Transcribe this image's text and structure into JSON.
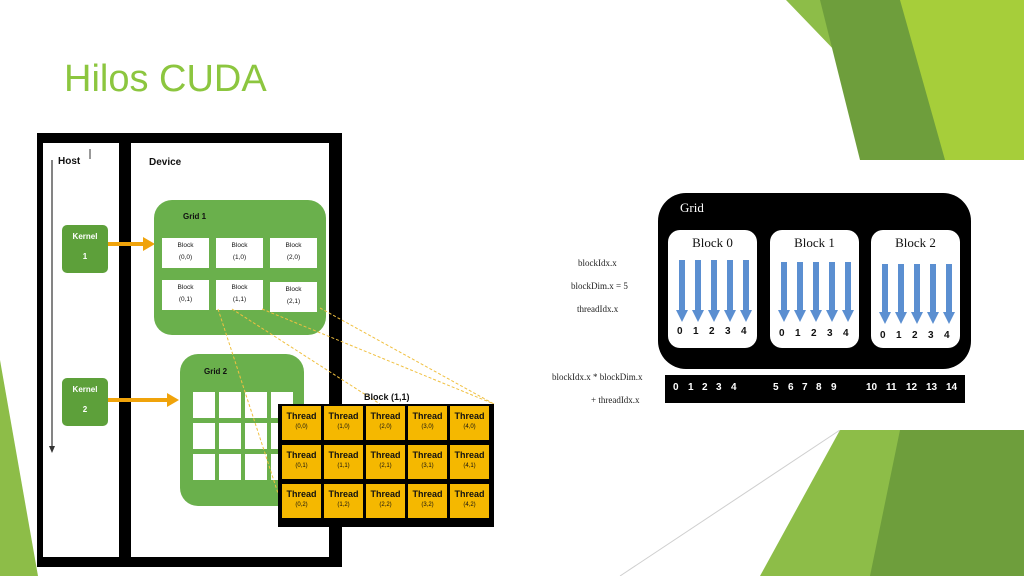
{
  "slide": {
    "title": "Hilos CUDA"
  },
  "left_diagram": {
    "host_label": "Host",
    "device_label": "Device",
    "kernels": [
      {
        "label": "Kernel",
        "number": "1"
      },
      {
        "label": "Kernel",
        "number": "2"
      }
    ],
    "grid1": {
      "label": "Grid 1",
      "blocks": [
        {
          "label": "Block",
          "index": "(0,0)"
        },
        {
          "label": "Block",
          "index": "(1,0)"
        },
        {
          "label": "Block",
          "index": "(2,0)"
        },
        {
          "label": "Block",
          "index": "(0,1)"
        },
        {
          "label": "Block",
          "index": "(1,1)"
        },
        {
          "label": "Block",
          "index": "(2,1)"
        }
      ]
    },
    "grid2": {
      "label": "Grid 2"
    },
    "block_detail": {
      "label": "Block (1,1)",
      "threads": [
        {
          "label": "Thread",
          "index": "(0,0)"
        },
        {
          "label": "Thread",
          "index": "(1,0)"
        },
        {
          "label": "Thread",
          "index": "(2,0)"
        },
        {
          "label": "Thread",
          "index": "(3,0)"
        },
        {
          "label": "Thread",
          "index": "(4,0)"
        },
        {
          "label": "Thread",
          "index": "(0,1)"
        },
        {
          "label": "Thread",
          "index": "(1,1)"
        },
        {
          "label": "Thread",
          "index": "(2,1)"
        },
        {
          "label": "Thread",
          "index": "(3,1)"
        },
        {
          "label": "Thread",
          "index": "(4,1)"
        },
        {
          "label": "Thread",
          "index": "(0,2)"
        },
        {
          "label": "Thread",
          "index": "(1,2)"
        },
        {
          "label": "Thread",
          "index": "(2,2)"
        },
        {
          "label": "Thread",
          "index": "(3,2)"
        },
        {
          "label": "Thread",
          "index": "(4,2)"
        }
      ]
    }
  },
  "right_diagram": {
    "grid_label": "Grid",
    "blocks": [
      {
        "label": "Block 0"
      },
      {
        "label": "Block 1"
      },
      {
        "label": "Block 2"
      }
    ],
    "thread_numbers": [
      "0",
      "1",
      "2",
      "3",
      "4"
    ],
    "notes": {
      "block_idx": "blockIdx.x",
      "block_dim": "blockDim.x = 5",
      "thread_idx": "threadIdx.x",
      "formula_line1": "blockIdx.x * blockDim.x",
      "formula_line2": "+ threadIdx.x"
    },
    "global_indices": [
      "0",
      "1",
      "2",
      "3",
      "4",
      "5",
      "6",
      "7",
      "8",
      "9",
      "10",
      "11",
      "12",
      "13",
      "14"
    ]
  },
  "colors": {
    "title_green": "#8cc63f",
    "grid_green": "#6ab04c",
    "kernel_green": "#5da03a",
    "thread_yellow": "#f5b800",
    "arrow_orange": "#f0a30a",
    "arrow_blue": "#5b8fd1"
  }
}
